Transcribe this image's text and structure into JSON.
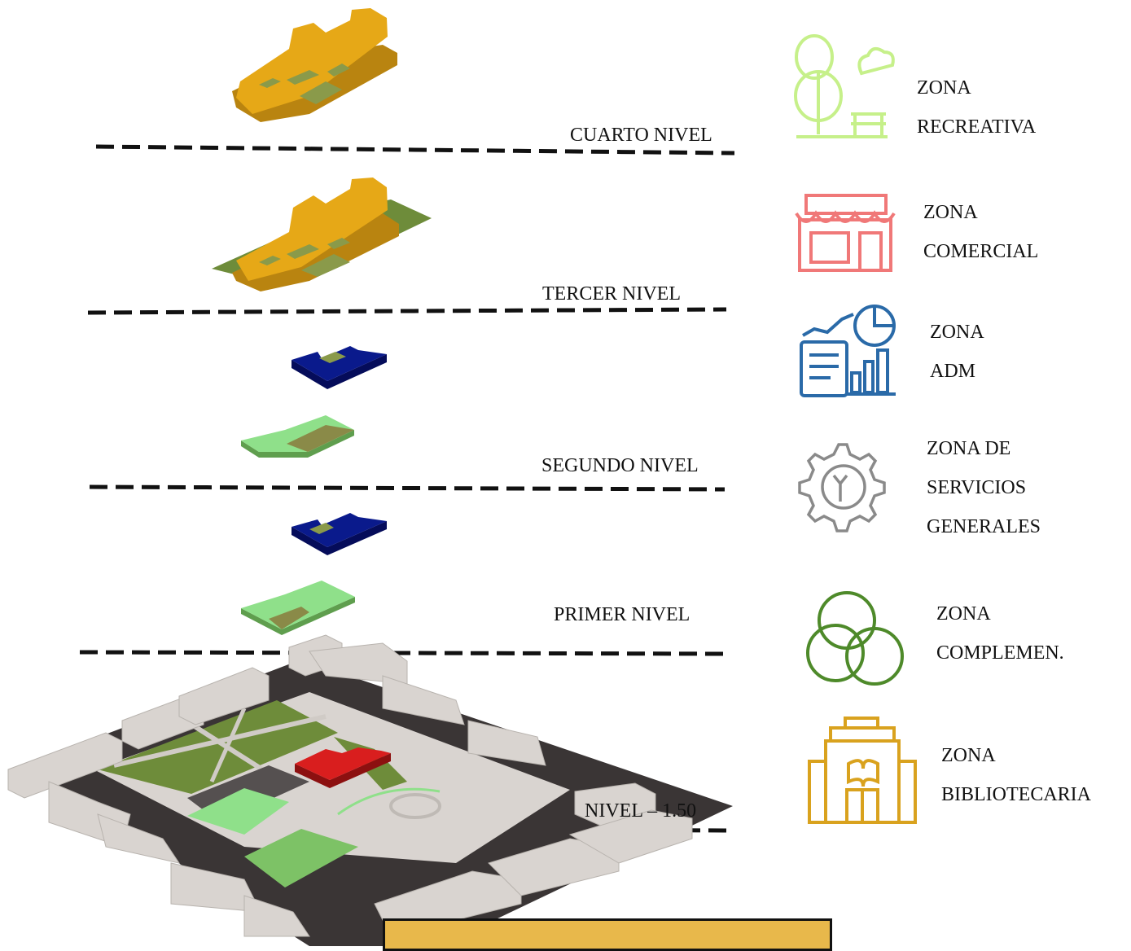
{
  "levels": {
    "cuarto": "CUARTO NIVEL",
    "tercer": "TERCER NIVEL",
    "segundo": "SEGUNDO NIVEL",
    "primer": "PRIMER NIVEL",
    "base": "NIVEL – 1.50"
  },
  "legend": [
    {
      "line1": "ZONA",
      "line2": "RECREATIVA",
      "icon": "park-tree-bench-icon",
      "color": "#c6f08a"
    },
    {
      "line1": "ZONA",
      "line2": "COMERCIAL",
      "icon": "store-awning-icon",
      "color": "#f07878"
    },
    {
      "line1": "ZONA",
      "line2": "ADM",
      "icon": "analytics-report-icon",
      "color": "#2a6aa8"
    },
    {
      "line1": "ZONA DE",
      "line2": "SERVICIOS",
      "line3": "GENERALES",
      "icon": "gear-wrench-icon",
      "color": "#8a8a8a"
    },
    {
      "line1": "ZONA",
      "line2": "COMPLEMEN.",
      "icon": "venn-circles-icon",
      "color": "#4e8a2a"
    },
    {
      "line1": "ZONA",
      "line2": "BIBLIOTECARIA",
      "icon": "library-building-icon",
      "color": "#d9a21e"
    }
  ],
  "colors": {
    "library": "#e6a817",
    "library_shade": "#b98410",
    "complementary": "#7dc266",
    "admin": "#0a1a8c",
    "commercial": "#d91e1e",
    "grass": "#6e8c3a",
    "road": "#3a3535",
    "block": "#d9d4d0",
    "title_box": "#e8b84b"
  }
}
